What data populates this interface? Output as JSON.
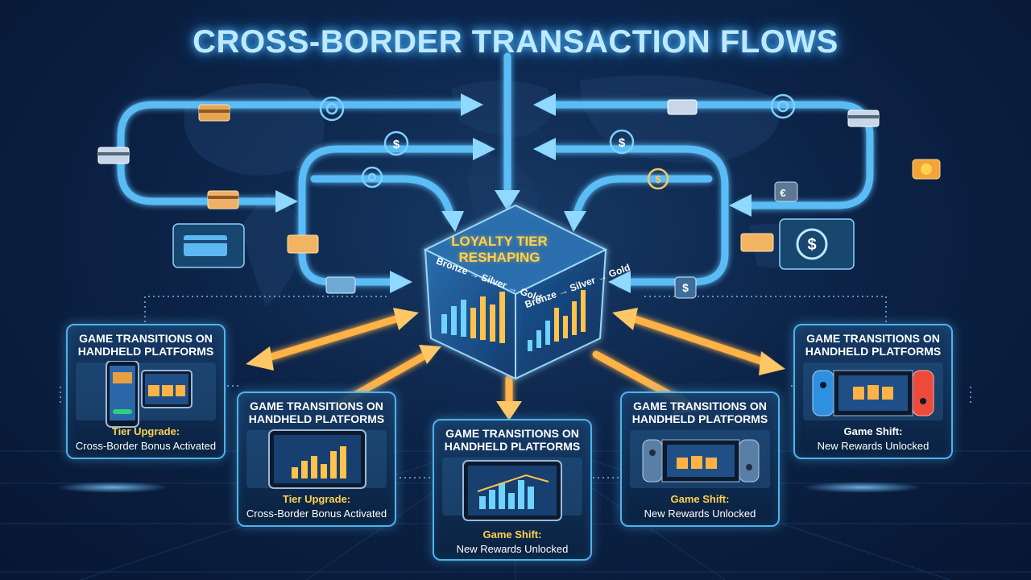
{
  "title": "CROSS-BORDER TRANSACTION FLOWS",
  "hub": {
    "label": "LOYALTY TIER RESHAPING",
    "tiers_left": "Bronze → Silver → Gold",
    "tiers_right": "Bronze → Silver → Gold"
  },
  "cards": [
    {
      "title": "GAME TRANSITIONS ON HANDHELD PLATFORMS",
      "line1": "Tier Upgrade:",
      "line2": "Cross-Border Bonus Activated",
      "device": "phone-tablet-icon"
    },
    {
      "title": "GAME TRANSITIONS ON HANDHELD PLATFORMS",
      "line1": "Tier Upgrade:",
      "line2": "Cross-Border Bonus Activated",
      "device": "tablet-icon"
    },
    {
      "title": "GAME TRANSITIONS ON HANDHELD PLATFORMS",
      "line1": "Game Shift:",
      "line2": "New Rewards Unlocked",
      "device": "tablet-icon"
    },
    {
      "title": "GAME TRANSITIONS ON HANDHELD PLATFORMS",
      "line1": "Game Shift:",
      "line2": "New Rewards Unlocked",
      "device": "handheld-console-icon"
    },
    {
      "title": "GAME TRANSITIONS ON HANDHELD PLATFORMS",
      "line1": "Game Shift:",
      "line2": "New Rewards Unlocked",
      "device": "handheld-console-icon"
    }
  ],
  "colors": {
    "flow_blue": "#5fc4ff",
    "flow_orange": "#ffb347",
    "hub_gold": "#ffd24d",
    "card_border": "#4fb3ec"
  },
  "icons": [
    "credit-card-icon",
    "coin-icon",
    "dollar-coin-icon",
    "euro-wallet-icon",
    "shield-icon",
    "money-bag-icon",
    "bar-chart-icon"
  ]
}
